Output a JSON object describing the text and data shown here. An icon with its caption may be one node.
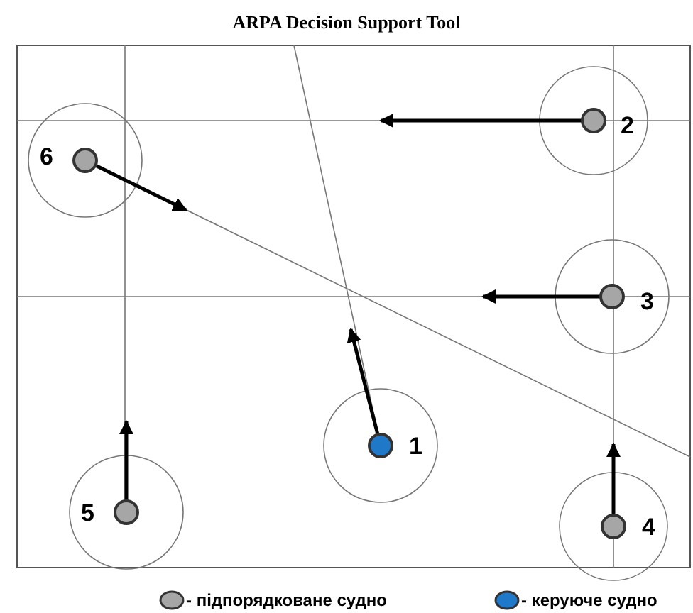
{
  "diagram": {
    "title": "ARPA Decision Support Tool",
    "nodes": [
      {
        "text": [
          "1"
        ]
      },
      {
        "text": [
          "2"
        ]
      },
      {
        "text": [
          "3"
        ]
      },
      {
        "text": [
          "4"
        ]
      },
      {
        "text": [
          "5"
        ]
      },
      {
        "text": [
          "6"
        ]
      }
    ],
    "edges": [
      {
        "from": 0,
        "to": null,
        "arrow": "to"
      },
      {
        "from": 1,
        "to": null,
        "arrow": "to"
      },
      {
        "from": 2,
        "to": null,
        "arrow": "to"
      },
      {
        "from": 3,
        "to": null,
        "arrow": "to"
      },
      {
        "from": 4,
        "to": null,
        "arrow": "to"
      },
      {
        "from": 5,
        "to": null,
        "arrow": "to"
      }
    ],
    "legend": [
      {
        "text": "- підпорядковане судно",
        "color": "#a6a6a6"
      },
      {
        "text": "- керуюче судно",
        "color": "#1f78c8"
      }
    ]
  }
}
